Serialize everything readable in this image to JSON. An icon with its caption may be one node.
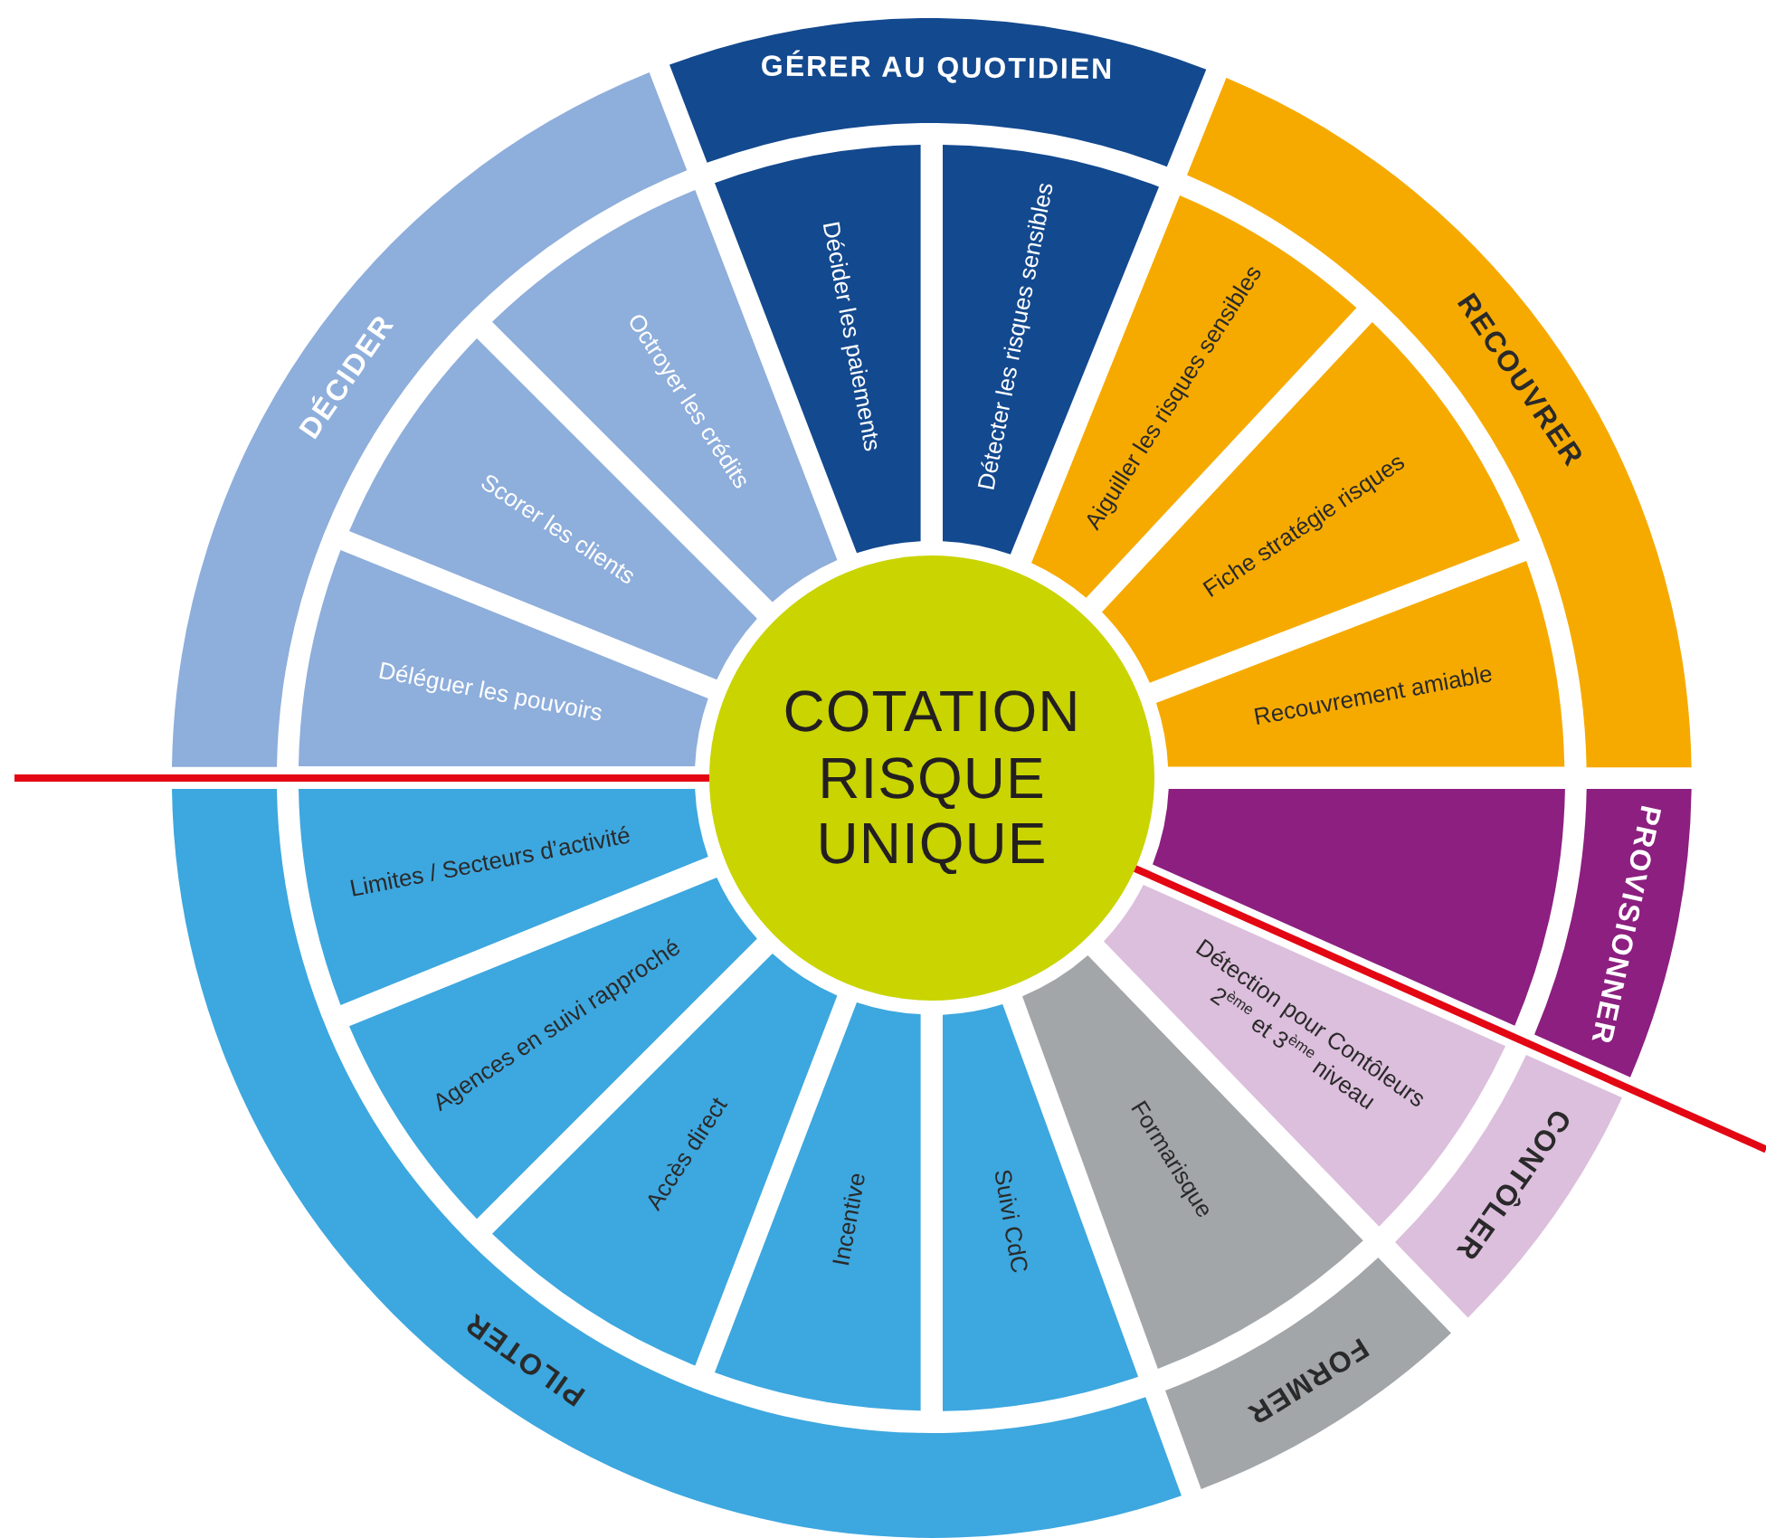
{
  "diagram": {
    "nodes": [
      {
        "text": [
          "COTATION RISQUE UNIQUE"
        ]
      },
      {
        "text": [
          "DÉCIDER"
        ]
      },
      {
        "text": [
          "Déléguer les pouvoirs"
        ]
      },
      {
        "text": [
          "Scorer les clients"
        ]
      },
      {
        "text": [
          "Octroyer les crédits"
        ]
      },
      {
        "text": [
          "GÉRER AU QUOTIDIEN"
        ]
      },
      {
        "text": [
          "Décider les paiements"
        ]
      },
      {
        "text": [
          "Détecter les risques sensibles"
        ]
      },
      {
        "text": [
          "RECOUVRER"
        ]
      },
      {
        "text": [
          "Aiguiller les risques sensibles"
        ]
      },
      {
        "text": [
          "Fiche stratégie risques"
        ]
      },
      {
        "text": [
          "Recouvrement amiable"
        ]
      },
      {
        "text": [
          "PROVISIONNER"
        ]
      },
      {
        "text": [],
        "shape": "sector"
      },
      {
        "text": [
          "CONTÔLER"
        ]
      },
      {
        "text": [
          "Détection pour Contôleurs 2$^{ème}$ et 3$^{ème}$ niveau"
        ]
      },
      {
        "text": [
          "FORMER"
        ]
      },
      {
        "text": [
          "Formarisque"
        ]
      },
      {
        "text": [
          "PILOTER"
        ]
      },
      {
        "text": [
          "Suivi CdC"
        ]
      },
      {
        "text": [
          "Incentive"
        ]
      },
      {
        "text": [
          "Accès direct"
        ]
      },
      {
        "text": [
          "Agences en suivi rapproché"
        ]
      },
      {
        "text": [
          "Limites / Secteurs d’activité"
        ]
      }
    ]
  }
}
